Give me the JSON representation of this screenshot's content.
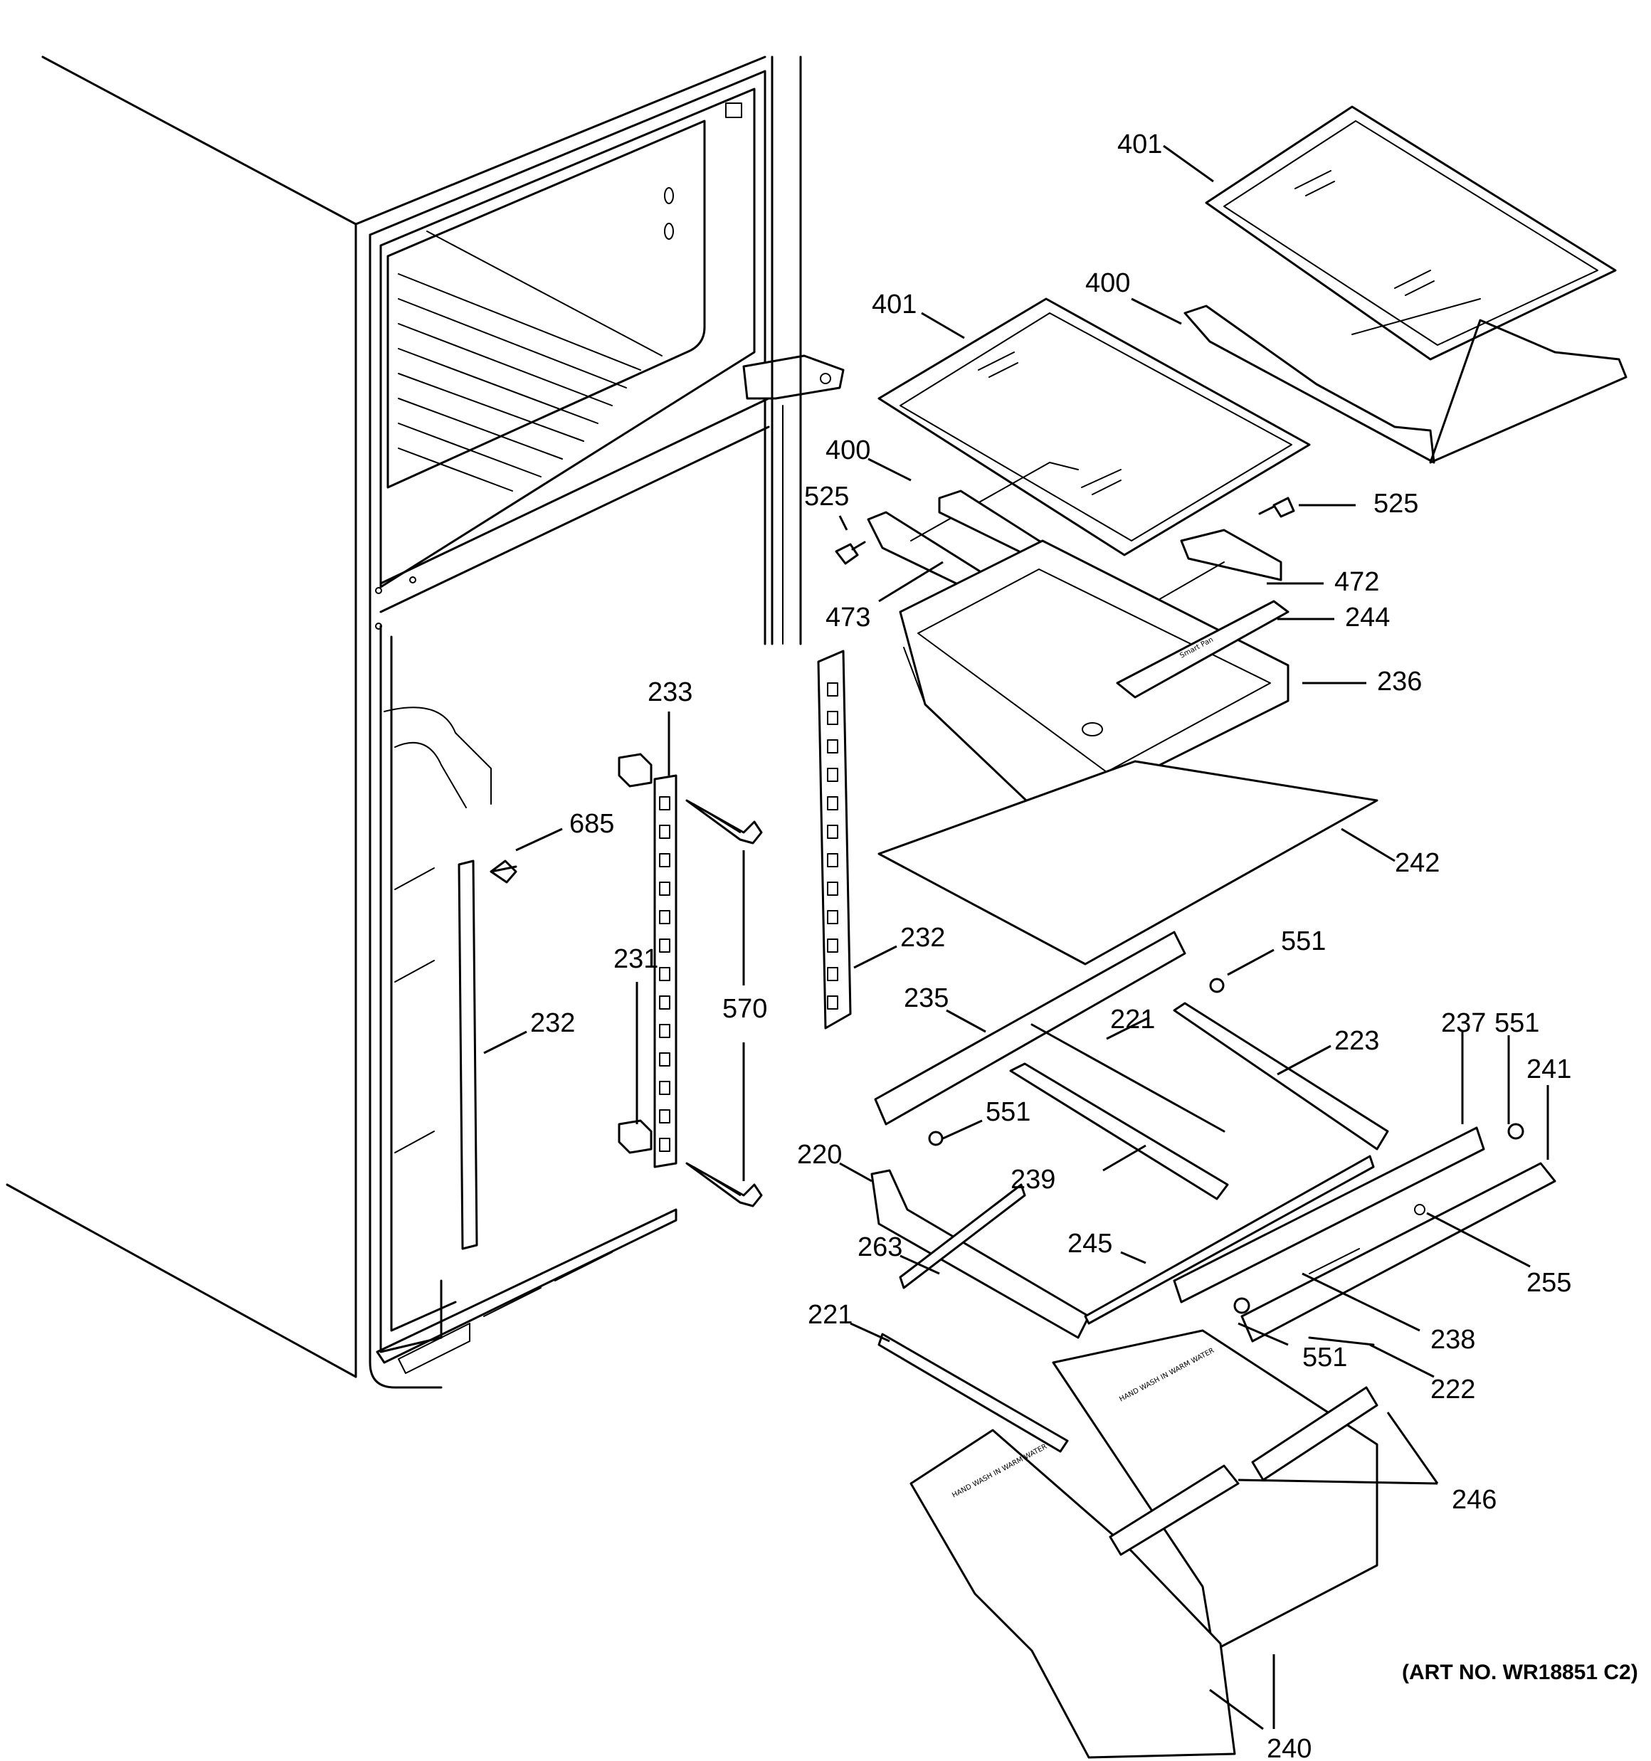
{
  "art_number": "(ART NO. WR18851 C2)",
  "callouts": {
    "c401a": "401",
    "c401b": "401",
    "c400a": "400",
    "c400b": "400",
    "c525a": "525",
    "c525b": "525",
    "c472": "472",
    "c473": "473",
    "c244": "244",
    "c236": "236",
    "c242": "242",
    "c233": "233",
    "c685": "685",
    "c231": "231",
    "c570": "570",
    "c232a": "232",
    "c232b": "232",
    "c551a": "551",
    "c551b": "551",
    "c551c": "551",
    "c551d": "551",
    "c235": "235",
    "c221a": "221",
    "c221b": "221",
    "c223": "223",
    "c237": "237",
    "c241": "241",
    "c220": "220",
    "c239": "239",
    "c245": "245",
    "c263": "263",
    "c255": "255",
    "c238": "238",
    "c222": "222",
    "c246": "246",
    "c240": "240"
  },
  "product_labels": {
    "crisper_badge": "Smart Pan",
    "drawer_text_1": "HAND WASH IN WARM WATER",
    "drawer_text_2": "HAND WASH IN WARM WATER"
  }
}
